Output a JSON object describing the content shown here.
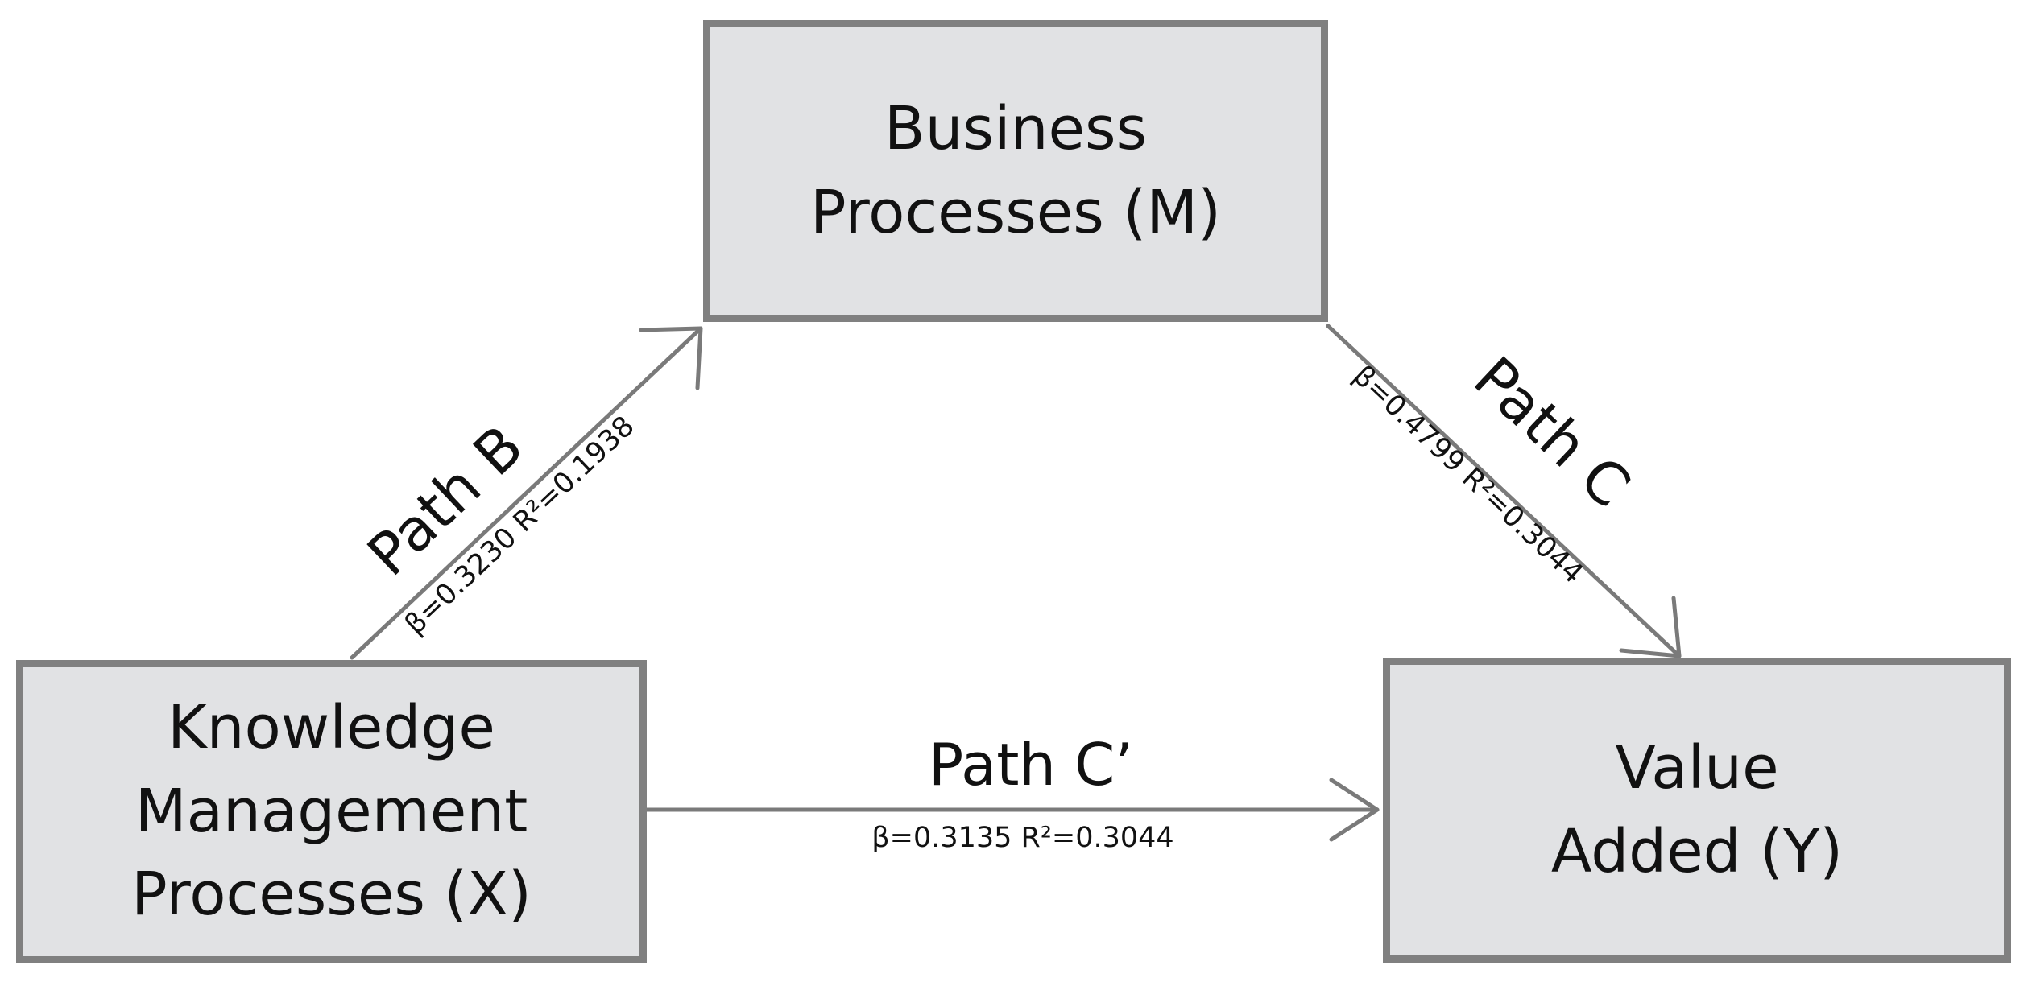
{
  "nodes": {
    "mediator": {
      "lines": [
        "Business",
        "Processes (M)"
      ]
    },
    "independent": {
      "lines": [
        "Knowledge",
        "Management",
        "Processes (X)"
      ]
    },
    "dependent": {
      "lines": [
        "Value",
        "Added (Y)"
      ]
    }
  },
  "paths": {
    "b": {
      "label": "Path B",
      "stats": "β=0.3230  R²=0.1938"
    },
    "c": {
      "label": "Path C",
      "stats": "β=0.4799  R²=0.3044"
    },
    "c_prime": {
      "label": "Path C’",
      "stats": "β=0.3135  R²=0.3044"
    }
  },
  "colors": {
    "box_fill": "#e1e2e4",
    "box_border": "#808080",
    "arrow": "#7a7a7a",
    "text": "#111111"
  }
}
